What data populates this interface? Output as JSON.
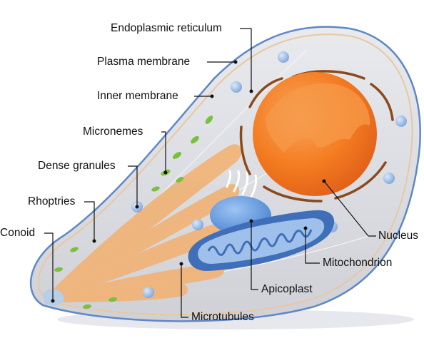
{
  "labels": {
    "endoplasmic_reticulum": "Endoplasmic reticulum",
    "plasma_membrane": "Plasma membrane",
    "inner_membrane": "Inner membrane",
    "micronemes": "Micronemes",
    "dense_granules": "Dense granules",
    "rhoptries": "Rhoptries",
    "conoid": "Conoid",
    "nucleus": "Nucleus",
    "mitochondrion": "Mitochondrion",
    "apicoplast": "Apicoplast",
    "microtubules": "Microtubules"
  },
  "colors": {
    "cell_fill": "#dcdde1",
    "membrane_outer": "#6b8fc4",
    "membrane_inner": "#e8c9a0",
    "nucleus": "#f47b20",
    "nucleus_highlight": "#f7a85a",
    "er": "#8b4a1c",
    "rhoptry": "#f0b77f",
    "microneme": "#7bbf3f",
    "granule": "#8fb3e0",
    "apicoplast": "#5a8fd8",
    "mitochondrion": "#3f6fb8",
    "mito_inner": "#9ec0ea"
  }
}
